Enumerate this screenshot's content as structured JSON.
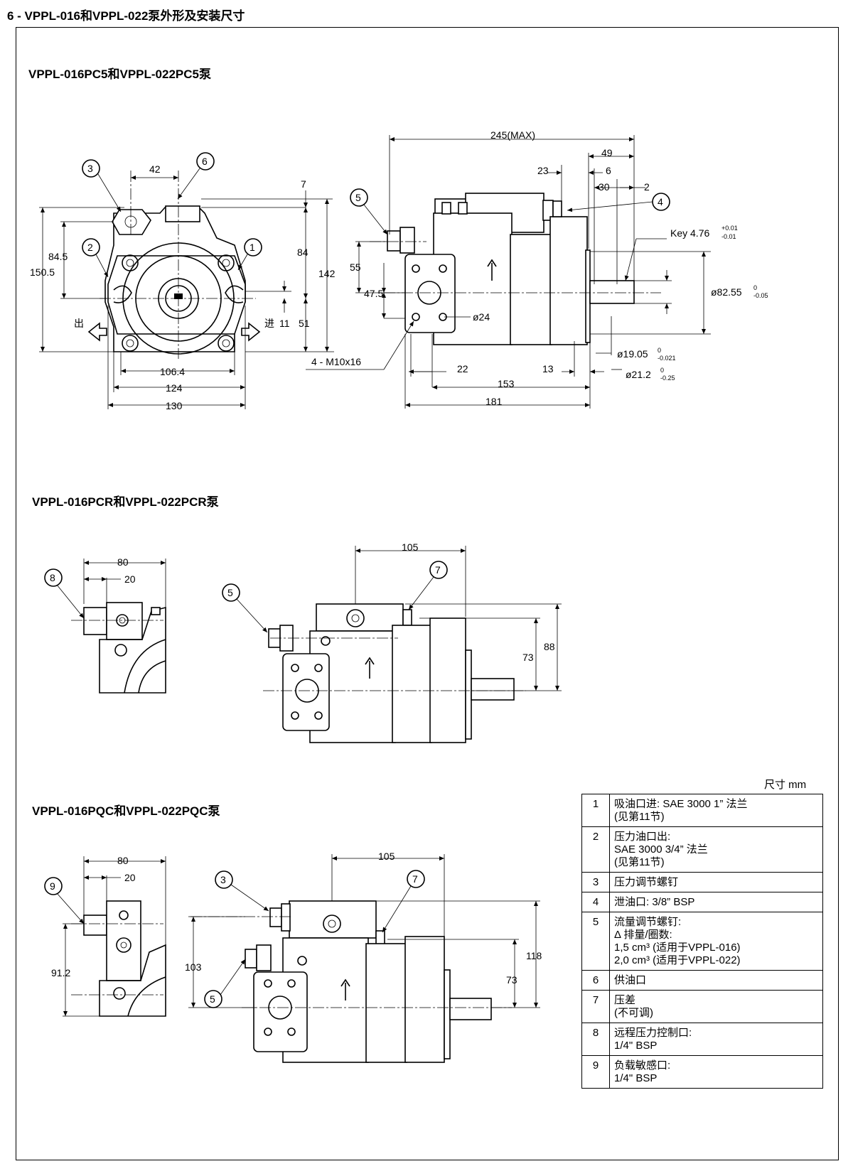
{
  "page_title": "6 - VPPL-016和VPPL-022泵外形及安装尺寸",
  "sections": {
    "pc5": "VPPL-016PC5和VPPL-022PC5泵",
    "pcr": "VPPL-016PCR和VPPL-022PCR泵",
    "pqc": "VPPL-016PQC和VPPL-022PQC泵"
  },
  "dims": {
    "d42": "42",
    "d84_5": "84.5",
    "d150_5": "150.5",
    "d7": "7",
    "d84": "84",
    "d142": "142",
    "d11": "11",
    "d51": "51",
    "d106_4": "106.4",
    "d124": "124",
    "d130": "130",
    "out": "出",
    "in": "进",
    "d245": "245(MAX)",
    "d49": "49",
    "d23": "23",
    "d6": "6",
    "d30": "30",
    "d2": "2",
    "key": "Key 4.76",
    "key_tol_up": "+0.01",
    "key_tol_dn": "-0.01",
    "d55": "55",
    "d47_5": "47.5",
    "d24": "ø24",
    "m10": "4 - M10x16",
    "d82": "ø82.55",
    "d82_tol_up": "0",
    "d82_tol_dn": "-0.05",
    "d19": "ø19.05",
    "d19_tol_up": "0",
    "d19_tol_dn": "-0.021",
    "d21": "ø21.2",
    "d21_tol_up": "0",
    "d21_tol_dn": "-0.25",
    "d22": "22",
    "d13": "13",
    "d153": "153",
    "d181": "181",
    "r80": "80",
    "r20": "20",
    "r105": "105",
    "r73": "73",
    "r88": "88",
    "q80": "80",
    "q20": "20",
    "q91": "91.2",
    "q105": "105",
    "q103": "103",
    "q73": "73",
    "q118": "118"
  },
  "balloons": {
    "b1": "1",
    "b2": "2",
    "b3": "3",
    "b4": "4",
    "b5": "5",
    "b6": "6",
    "r8": "8",
    "r5": "5",
    "r7": "7",
    "q9": "9",
    "q3": "3",
    "q5": "5",
    "q7": "7"
  },
  "units_label": "尺寸  mm",
  "legend": [
    {
      "num": "1",
      "lines": [
        "吸油口进:  SAE 3000 1” 法兰",
        "(见第11节)"
      ]
    },
    {
      "num": "2",
      "lines": [
        "压力油口出:",
        "SAE 3000 3/4” 法兰",
        "(见第11节)"
      ]
    },
    {
      "num": "3",
      "lines": [
        "压力调节螺钉"
      ]
    },
    {
      "num": "4",
      "lines": [
        "泄油口:  3/8” BSP"
      ]
    },
    {
      "num": "5",
      "lines": [
        "流量调节螺钉:",
        "Δ 排量/圈数:",
        "1,5 cm³ (适用于VPPL-016)",
        "2,0 cm³ (适用于VPPL-022)"
      ]
    },
    {
      "num": "6",
      "lines": [
        "供油口"
      ]
    },
    {
      "num": "7",
      "lines": [
        "压差",
        "(不可调)"
      ]
    },
    {
      "num": "8",
      "lines": [
        "远程压力控制口:",
        "1/4\" BSP"
      ]
    },
    {
      "num": "9",
      "lines": [
        "负载敏感口:",
        "1/4\" BSP"
      ]
    }
  ]
}
